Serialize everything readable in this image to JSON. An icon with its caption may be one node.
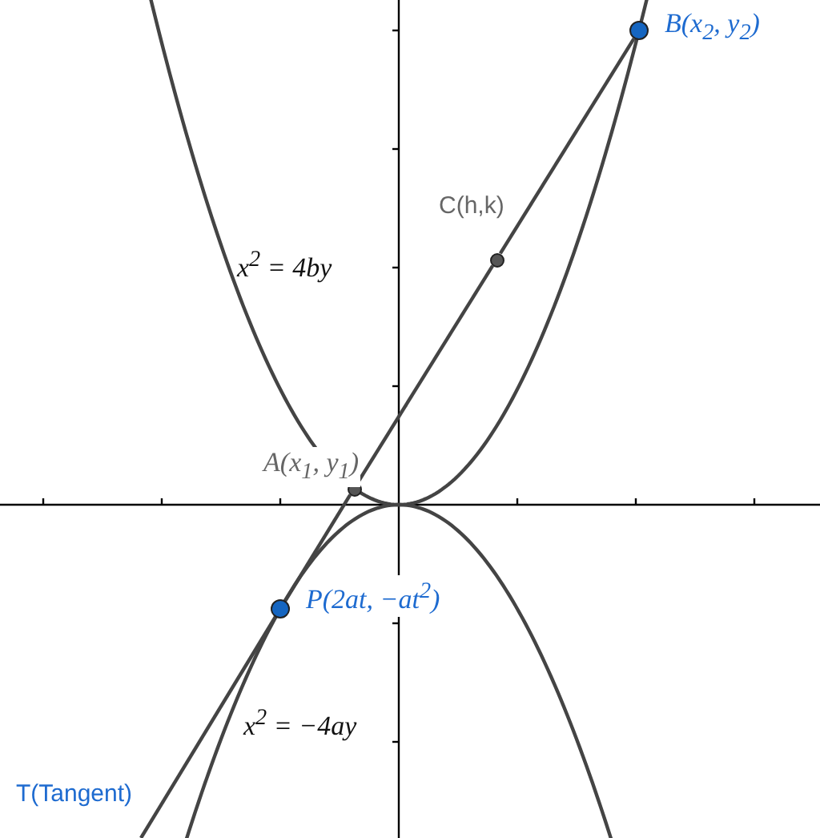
{
  "diagram": {
    "nodes": [
      {
        "text": [
          "B(x$_{2}$, y$_{2}$)"
        ]
      },
      {
        "text": [
          "C(h,k)"
        ]
      },
      {
        "text": [
          "A(x$_{1}$, y$_{1}$)"
        ]
      },
      {
        "text": [
          "P(2at, −at$^{2}$)"
        ]
      }
    ],
    "edges": [
      {
        "from": null,
        "to": 3,
        "arrow": "none"
      },
      {
        "from": 3,
        "to": 2,
        "arrow": "none"
      },
      {
        "from": 2,
        "to": 1,
        "arrow": "none"
      },
      {
        "from": 1,
        "to": 0,
        "arrow": "none"
      }
    ],
    "labels": [
      "x$^{2}$ = 4by",
      "x$^{2}$ = −4ay",
      "T(Tangent)"
    ]
  }
}
